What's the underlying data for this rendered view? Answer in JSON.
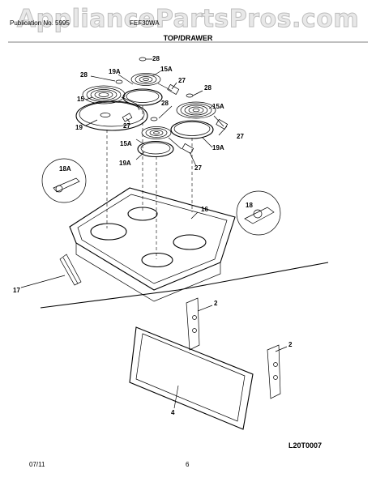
{
  "watermark": "AppliancePartsPros.com",
  "header": {
    "left": "Publication No. 5995",
    "right": "FEF30WA"
  },
  "section_title": "TOP/DRAWER",
  "diagram_code": "L20T0007",
  "footer": {
    "date": "07/11",
    "page": "6"
  },
  "callouts": {
    "c28a": "28",
    "c28b": "28",
    "c28c": "28",
    "c28d": "28",
    "c19Aa": "19A",
    "c19Ab": "19A",
    "c19Ac": "19A",
    "c15Aa": "15A",
    "c15Ab": "15A",
    "c15Ac": "15A",
    "c27a": "27",
    "c27b": "27",
    "c27c": "27",
    "c27d": "27",
    "c15": "15",
    "c19": "19",
    "c18A": "18A",
    "c18": "18",
    "c16": "16",
    "c17": "17",
    "c2a": "2",
    "c2b": "2",
    "c4": "4"
  }
}
